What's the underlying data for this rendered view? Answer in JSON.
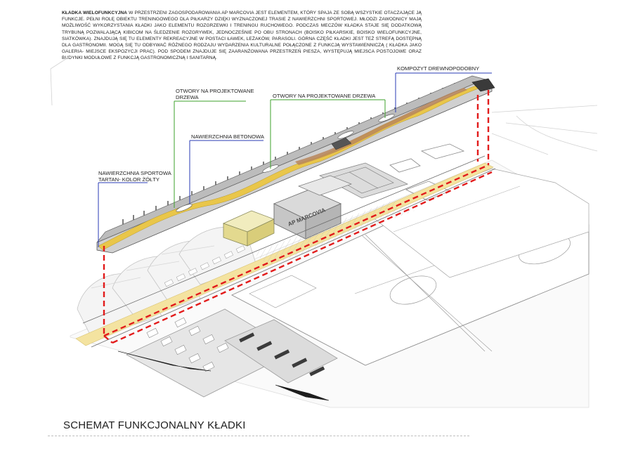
{
  "description": {
    "lead": "KŁADKA WIELOFUNKCYJNA",
    "body": " W PRZESTRZENI ZAGOSPODAROWANIA AP MARCOVIA JEST ELEMENTEM, KTÓRY SPAJA ZE SOBĄ WSZYSTKIE OTACZAJĄCE JĄ FUNKCJE. PEŁNI ROLĘ OBIEKTU TRENINGOWEGO DLA PIŁKARZY DZIĘKI WYZNACZONEJ TRASIE Z NAWIERZCHNI SPORTOWEJ. MŁODZI ZAWODNICY MAJĄ MOŻLIWOŚĆ WYKORZYSTANIA KŁADKI JAKO ELEMENTU ROZGRZEWKI I TRENINGU RUCHOWEGO. PODCZAS MECZÓW KŁADKA STAJE SIĘ DODATKOWĄ TRYBUNĄ POZWALAJĄCĄ KIBICOM NA ŚLEDZENIE ROZGRYWEK, JEDNOCZEŚNIE PO OBU STRONACH (BOISKO PIŁKARSKIE, BOISKO WIELOFUNKCYJNE, SIATKÓWKA). ZNAJDUJĄ SIĘ TU ELEMENTY REKREACYJNE W POSTACI ŁAWEK, LEŻAKÓW, PARASOLI. GÓRNA CZĘŚĆ KŁADKI JEST TEŻ STREFĄ DOSTĘPNĄ DLA GASTRONOMII. MOGĄ SIĘ TU ODBYWAĆ RÓŻNEGO RODZAJU WYDARZENIA KULTURALNE POŁĄCZONE Z FUNKCJĄ WYSTAWIENNICZĄ ( KŁADKA JAKO GALERIA- MIEJSCE EKSPOZYCJI PRAC). POD SPODEM ZNAJDUJE SIĘ ZAARANŻOWANA PRZESTRZEŃ PIESZA, WYSTĘPUJĄ MIEJSCA POSTOJOWE ORAZ BUDYNKI MODUŁOWE Z FUNKCJĄ GASTRONOMICZNĄ I SANITARNĄ."
  },
  "callouts": {
    "kompozyt": "KOMPOZYT DREWNOPODOBNY",
    "otwory_1_line1": "OTWORY NA PROJEKTOWANE",
    "otwory_1_line2": "DRZEWA",
    "otwory_2": "OTWORY NA PROJEKTOWANE DRZEWA",
    "betonowa": "NAWIERZCHNIA BETONOWA",
    "sportowa_line1": "NAWIERZCHNIA SPORTOWA",
    "sportowa_line2": "TARTAN- KOLOR ŻÓŁTY"
  },
  "building_label": "AP MARCOVIA",
  "title": "SCHEMAT FUNKCJONALNY KŁADKI",
  "colors": {
    "tartan": "#e9c64a",
    "composite": "#b8865a",
    "concrete": "#a9a9a9",
    "highlight": "#e21b1b",
    "callout_green": "#3ea12b",
    "callout_blue": "#2a3bb5",
    "building_yellow": "#ebe3a6",
    "building_grey": "#c9c9c9"
  }
}
